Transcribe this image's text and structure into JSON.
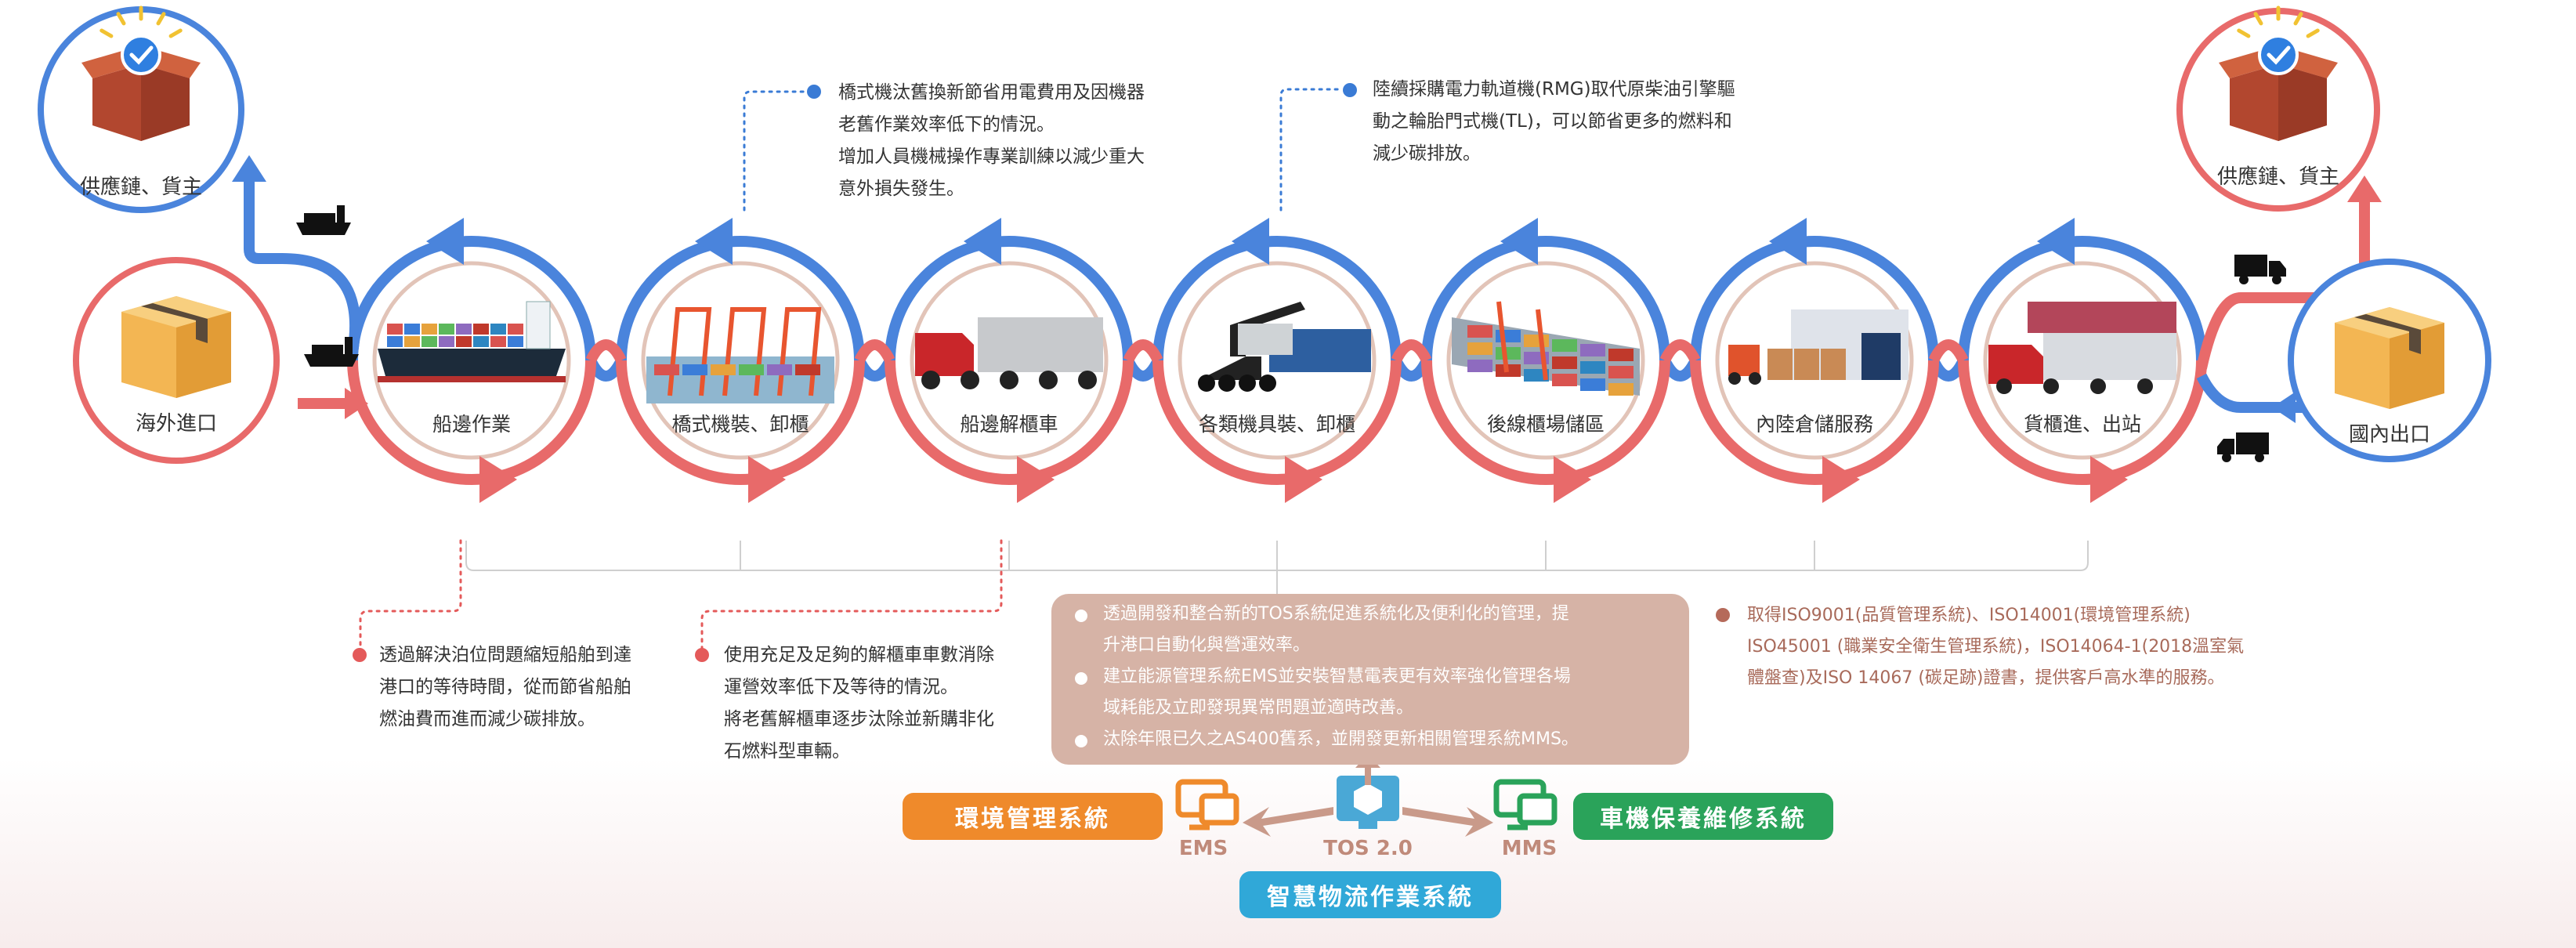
{
  "ends": {
    "overseas_import": "海外進口",
    "supply_chain_left": "供應鏈、貨主",
    "supply_chain_right": "供應鏈、貨主",
    "domestic_export": "國內出口"
  },
  "stations": [
    {
      "label": "船邊作業"
    },
    {
      "label": "橋式機裝、卸櫃"
    },
    {
      "label": "船邊解櫃車"
    },
    {
      "label": "各類機具裝、卸櫃"
    },
    {
      "label": "後線櫃場儲區"
    },
    {
      "label": "內陸倉儲服務"
    },
    {
      "label": "貨櫃進、出站"
    }
  ],
  "notes": {
    "crane": [
      "橋式機汰舊換新節省用電費用及因機器",
      "老舊作業效率低下的情況。",
      "增加人員機械操作專業訓練以減少重大",
      "意外損失發生。"
    ],
    "rmg": [
      "陸續採購電力軌道機(RMG)取代原柴油引擎驅",
      "動之輪胎門式機(TL)，可以節省更多的燃料和",
      "減少碳排放。"
    ],
    "berth": [
      "透過解決泊位問題縮短船舶到達",
      "港口的等待時間，從而節省船舶",
      "燃油費而進而減少碳排放。"
    ],
    "truck": [
      "使用充足及足夠的解櫃車車數消除",
      "運營效率低下及等待的情況。",
      "將老舊解櫃車逐步汰除並新購非化",
      "石燃料型車輛。"
    ]
  },
  "tos_box": {
    "items": [
      [
        "透過開發和整合新的TOS系統促進系統化及便利化的管理，提",
        "升港口自動化與營運效率。"
      ],
      [
        "建立能源管理系統EMS並安裝智慧電表更有效率強化管理各場",
        "域耗能及立即發現異常問題並適時改善。"
      ],
      [
        "汰除年限已久之AS400舊系，並開發更新相關管理系統MMS。"
      ]
    ]
  },
  "iso": [
    "取得ISO9001(品質管理系統)、ISO14001(環境管理系統)",
    "ISO45001 (職業安全衛生管理系統)，ISO14064-1(2018溫室氣",
    "體盤查)及ISO 14067 (碳足跡)證書，提供客戶高水準的服務。"
  ],
  "systems": {
    "ems_name": "環境管理系統",
    "ems_tag": "EMS",
    "tos_tag": "TOS 2.0",
    "tos_name": "智慧物流作業系統",
    "mms_tag": "MMS",
    "mms_name": "車機保養維修系統"
  },
  "colors": {
    "red": "#e86a6a",
    "blue": "#4a84dc",
    "ems": "#ef8a2b",
    "tos": "#30a8d8",
    "mms": "#2aa35a",
    "tos_box": "#d6b3a6",
    "note_dot_red": "#e45a5a",
    "note_dot_blue": "#3a7bd5",
    "iso_dot": "#b56a5a"
  },
  "icons": [
    "box-check-icon",
    "cargo-box-icon",
    "ship-icon",
    "truck-icon",
    "monitor-icon"
  ]
}
